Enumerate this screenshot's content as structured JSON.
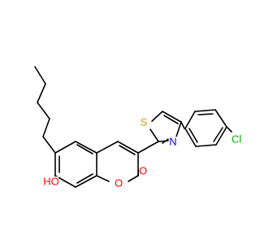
{
  "molecule": {
    "atoms": {
      "cl_label": "Cl",
      "s_label": "S",
      "n_label": "N",
      "ho_label": "HO",
      "o_ring_label": "O",
      "o_carbonyl_label": "O"
    },
    "colors": {
      "bond": "#000000",
      "chlorine": "#00aa00",
      "sulfur": "#c8a000",
      "nitrogen": "#0000ff",
      "oxygen": "#ff0000"
    }
  }
}
